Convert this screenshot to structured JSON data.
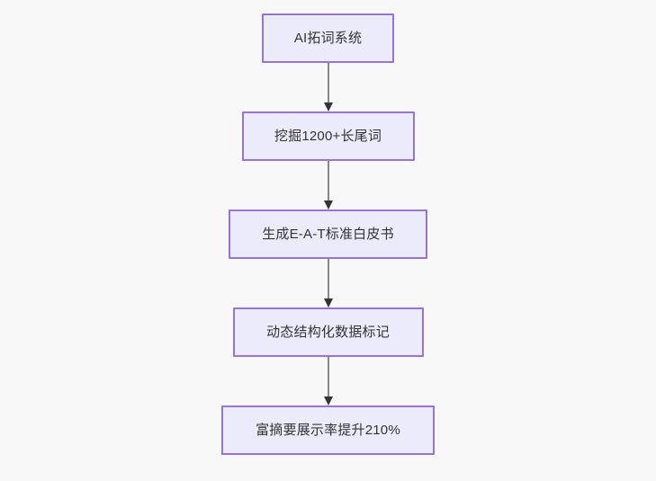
{
  "diagram": {
    "type": "flowchart",
    "orientation": "top-to-bottom",
    "background_color": "#f8f8f8",
    "node_fill_color": "#ecebfc",
    "node_border_color": "#9673d8",
    "node_text_color": "#333333",
    "connector_line_color": "#888888",
    "arrowhead_color": "#333333",
    "nodes": [
      {
        "id": "n0",
        "label": "AI拓词系统"
      },
      {
        "id": "n1",
        "label": "挖掘1200+长尾词"
      },
      {
        "id": "n2",
        "label": "生成E-A-T标准白皮书"
      },
      {
        "id": "n3",
        "label": "动态结构化数据标记"
      },
      {
        "id": "n4",
        "label": "富摘要展示率提升210%"
      }
    ],
    "edges": [
      {
        "from": "n0",
        "to": "n1"
      },
      {
        "from": "n1",
        "to": "n2"
      },
      {
        "from": "n2",
        "to": "n3"
      },
      {
        "from": "n3",
        "to": "n4"
      }
    ]
  }
}
